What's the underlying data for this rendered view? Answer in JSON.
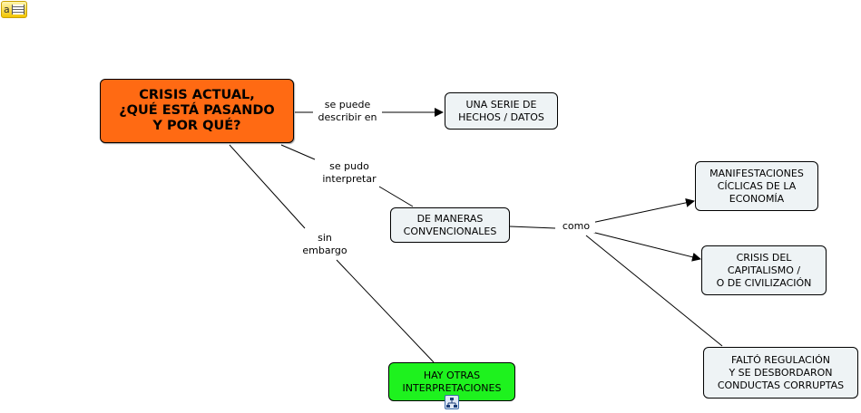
{
  "toolbar": {
    "icon": "annotation-icon",
    "icon_text": "a"
  },
  "nodes": {
    "crisis": "CRISIS ACTUAL,\n¿QUÉ ESTÁ PASANDO\nY POR QUÉ?",
    "hechos": "UNA SERIE DE\nHECHOS / DATOS",
    "maneras": "DE MANERAS\nCONVENCIONALES",
    "manifestaciones": "MANIFESTACIONES\nCÍCLICAS DE LA\nECONOMÍA",
    "capitalismo": "CRISIS DEL\nCAPITALISMO  /\nO DE CIVILIZACIÓN",
    "falto": "FALTÓ REGULACIÓN\nY SE DESBORDARON\nCONDUCTAS CORRUPTAS",
    "otras": "HAY OTRAS\nINTERPRETACIONES"
  },
  "links": {
    "describir": "se puede\ndescribir en",
    "interpretar": "se pudo\ninterpretar",
    "sin_embargo": "sin\nembargo",
    "como": "como"
  },
  "colors": {
    "main_node": "#ff6a13",
    "node": "#eef3f5",
    "green_node": "#1ef21e",
    "line": "#000000"
  },
  "icons": {
    "submap": "submap-icon"
  }
}
